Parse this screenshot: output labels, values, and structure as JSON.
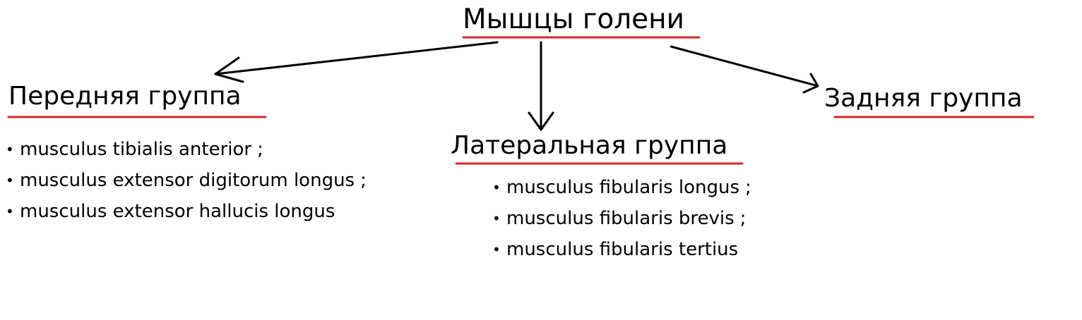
{
  "root": {
    "label": "Мышцы голени"
  },
  "groups": {
    "anterior": {
      "label": "Передняя группа",
      "items": [
        {
          "text": "musculus tibialis anterior",
          "sep": ";"
        },
        {
          "text": "musculus extensor digitorum longus",
          "sep": ";"
        },
        {
          "text": "musculus extensor hallucis longus",
          "sep": ""
        }
      ]
    },
    "lateral": {
      "label": "Латеральная группа",
      "items": [
        {
          "text": "musculus fibularis longus",
          "sep": ";"
        },
        {
          "text": "musculus fibularis brevis",
          "sep": ";"
        },
        {
          "text": "musculus fibularis tertius",
          "sep": ""
        }
      ]
    },
    "posterior": {
      "label": "Задняя группа"
    }
  },
  "bullet_glyph": "•",
  "colors": {
    "text": "#000000",
    "arrow": "#000000",
    "underline": "#d62828",
    "background": "#ffffff"
  }
}
